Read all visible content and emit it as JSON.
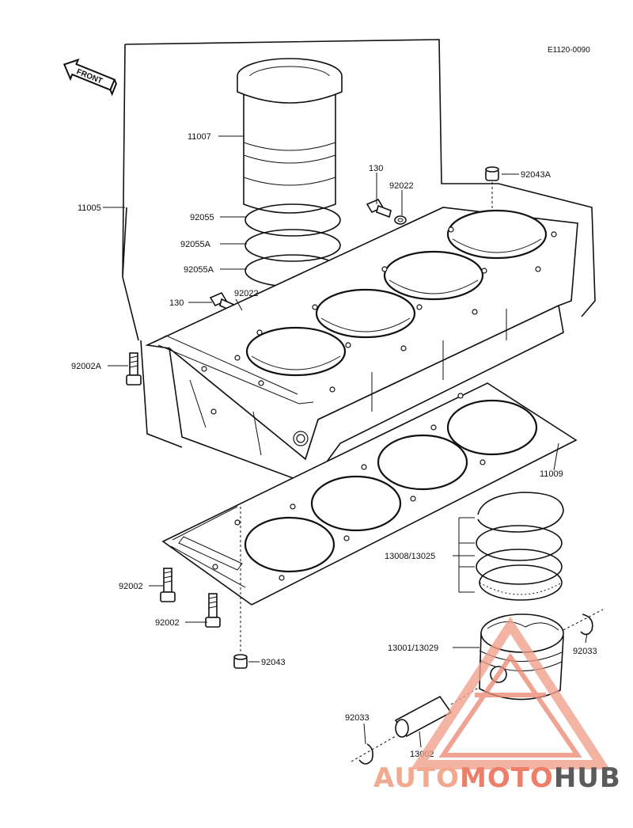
{
  "diagram_code": "E1120-0090",
  "direction_label": "FRONT",
  "parts": {
    "p11007": "11007",
    "p11005": "11005",
    "p92055": "92055",
    "p92055a_1": "92055A",
    "p92055a_2": "92055A",
    "p130_top": "130",
    "p92022_top": "92022",
    "p92043a": "92043A",
    "p130_mid": "130",
    "p92022_mid": "92022",
    "p92002a": "92002A",
    "p11009": "11009",
    "p13008": "13008/13025",
    "p92002_1": "92002",
    "p92002_2": "92002",
    "p92043": "92043",
    "p13001": "13001/13029",
    "p92033_right": "92033",
    "p92033_left": "92033",
    "p13002": "13002"
  },
  "watermark": {
    "part1": "AUTO",
    "part2": "MOTO",
    "part3": "HUB",
    "color_light": "#f3a98f",
    "color_mid": "#ec7f6a",
    "color_dark": "#5b5b5b"
  }
}
